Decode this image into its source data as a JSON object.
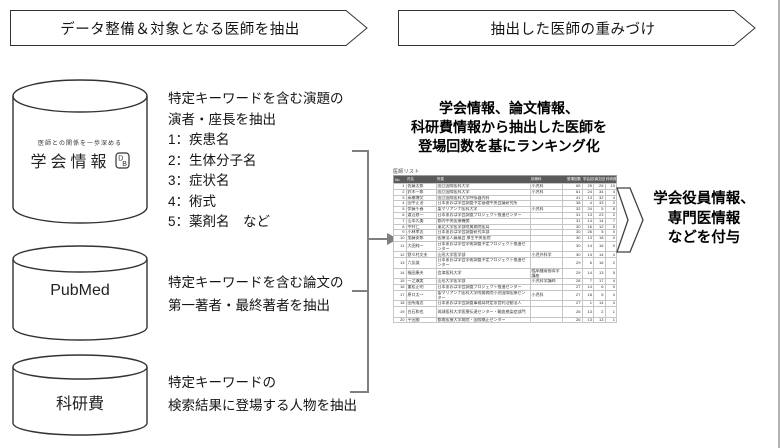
{
  "banners": {
    "left": "データ整備＆対象となる医師を抽出",
    "right": "抽出した医師の重みづけ"
  },
  "databases": [
    {
      "tagline": "医師との関係を一歩深める",
      "label": "学会情報",
      "icon": "db-monogram-icon"
    },
    {
      "label": "PubMed"
    },
    {
      "label": "科研費"
    }
  ],
  "extraction_notes": {
    "conference": "特定キーワードを含む演題の\n演者・座長を抽出\n1：疾患名\n2：生体分子名\n3：症状名\n4：術式\n5：薬剤名　など",
    "pubmed": "特定キーワードを含む論文の\n第一著者・最終著者を抽出",
    "kakenhi": "特定キーワードの\n検索結果に登場する人物を抽出"
  },
  "ranking": {
    "title": "学会情報、論文情報、\n科研費情報から抽出した医師を\n登場回数を基にランキング化",
    "table": {
      "caption": "医師リスト",
      "columns": [
        "No",
        "氏名",
        "所属",
        "診療科",
        "登場回数",
        "学会回数",
        "論文回数",
        "科研費"
      ],
      "rows": [
        {
          "no": 1,
          "name": "佐藤太郎",
          "affil": "国立国際医科大学",
          "dept": "小児科",
          "counts": [
            65,
            25,
            26,
            10
          ]
        },
        {
          "no": 2,
          "name": "鈴木一郎",
          "affil": "国立国際医科大学",
          "dept": "小児科",
          "counts": [
            61,
            24,
            34,
            4
          ]
        },
        {
          "no": 3,
          "name": "高橋博文",
          "affil": "国立国際医科大学呼吸器内科",
          "dept": "",
          "counts": [
            41,
            13,
            32,
            4
          ]
        },
        {
          "no": 4,
          "name": "田中正治",
          "affil": "日本あおば学会調査予定基礎中央会議研究所",
          "dept": "",
          "counts": [
            38,
            4,
            33,
            2
          ]
        },
        {
          "no": 5,
          "name": "伊藤千春",
          "affil": "聖マリアンナ医科大学",
          "dept": "小児科",
          "counts": [
            32,
            24,
            5,
            8
          ]
        },
        {
          "no": 6,
          "name": "渡辺修一",
          "affil": "日本あおば学会調査プロジェクト推進センター",
          "dept": "",
          "counts": [
            31,
            13,
            23,
            2
          ]
        },
        {
          "no": 7,
          "name": "山本久美",
          "affil": "都内中央医療機関",
          "dept": "",
          "counts": [
            31,
            14,
            14,
            7
          ]
        },
        {
          "no": 8,
          "name": "中村仁",
          "affil": "東北大学医学部附属病院医局",
          "dept": "",
          "counts": [
            30,
            16,
            12,
            5
          ]
        },
        {
          "no": 9,
          "name": "小林孝志",
          "affil": "日本あおば学会調査研究本部",
          "dept": "",
          "counts": [
            30,
            26,
            5,
            0
          ]
        },
        {
          "no": 10,
          "name": "加藤安郎",
          "affil": "医療法人藤風会 厚生中央医院",
          "dept": "",
          "counts": [
            30,
            13,
            18,
            0
          ]
        },
        {
          "no": 11,
          "name": "大田純一",
          "affil": "日本あおば学会学術調査予定プロジェクト推進センター",
          "dept": "",
          "counts": [
            30,
            14,
            16,
            0
          ],
          "tall": true
        },
        {
          "no": 12,
          "name": "野々村文夫",
          "affil": "山形大学医学部",
          "dept": "小児外科学",
          "counts": [
            30,
            13,
            14,
            4
          ]
        },
        {
          "no": 13,
          "name": "六反誠",
          "affil": "日本あおば学会学術調査予定プロジェクト推進センター",
          "dept": "",
          "counts": [
            29,
            6,
            16,
            2
          ],
          "tall": true
        },
        {
          "no": 14,
          "name": "福田康夫",
          "affil": "会津医科大学",
          "dept": "臨床腫瘍指導学講座",
          "counts": [
            29,
            14,
            13,
            5
          ],
          "tall": true
        },
        {
          "no": 15,
          "name": "一之瀬実",
          "affil": "山形大学医学部",
          "dept": "小児科学講師",
          "counts": [
            28,
            7,
            17,
            4
          ]
        },
        {
          "no": 16,
          "name": "重松正明",
          "affil": "日本あおば学会調査プロジェクト推進センター",
          "dept": "",
          "counts": [
            27,
            14,
            6,
            0
          ]
        },
        {
          "no": 17,
          "name": "原口太一",
          "affil": "聖マリアンナ医科大学附属病院小児国際医療センター",
          "dept": "小児科",
          "counts": [
            27,
            18,
            5,
            4
          ],
          "tall": true
        },
        {
          "no": 18,
          "name": "田所隆志",
          "affil": "日本あおば学会調査事務局特定非営利活動法人",
          "dept": "",
          "counts": [
            27,
            1,
            14,
            4
          ]
        },
        {
          "no": 19,
          "name": "白石和也",
          "affil": "琉球医科大学医療伝達センター・輸血感染症部門",
          "dept": "",
          "counts": [
            26,
            13,
            2,
            1
          ],
          "tall": true
        },
        {
          "no": 20,
          "name": "平田諭",
          "affil": "都南医療大学病院・国際矯正センター",
          "dept": "",
          "counts": [
            26,
            13,
            13,
            1
          ]
        }
      ]
    }
  },
  "annotation": "学会役員情報、\n専門医情報\nなどを付与",
  "colors": {
    "outline": "#333333",
    "connector_gray": "#7f7f7f",
    "table_header_bg": "#5a5a5a",
    "right_edge_border": "#b4b4b4"
  }
}
